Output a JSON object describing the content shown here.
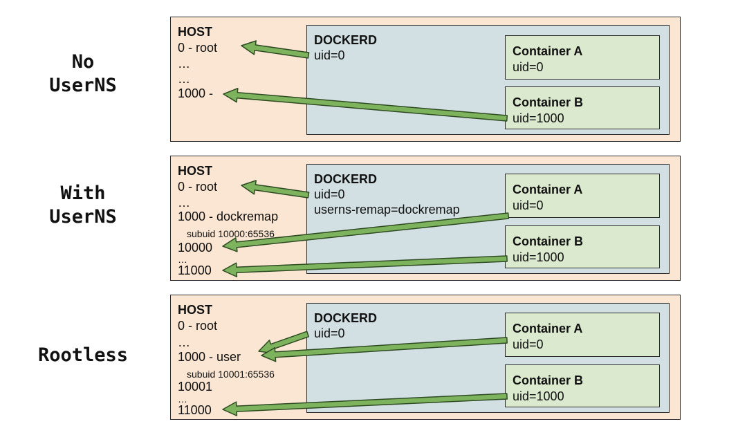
{
  "rows": {
    "no_userns": {
      "label_lines": [
        "No",
        "UserNS"
      ],
      "host": {
        "title": "HOST",
        "entries": [
          "0 - root",
          "…",
          "…",
          "1000 -"
        ]
      },
      "dockerd": {
        "title": "DOCKERD",
        "lines": [
          "uid=0"
        ]
      },
      "container_a": {
        "title": "Container A",
        "uid": "uid=0"
      },
      "container_b": {
        "title": "Container B",
        "uid": "uid=1000"
      }
    },
    "with_userns": {
      "label_lines": [
        "With",
        "UserNS"
      ],
      "host": {
        "title": "HOST",
        "entries": [
          "0 - root",
          "…",
          "1000 - dockremap",
          "subuid 10000:65536",
          "10000",
          "…",
          "11000"
        ]
      },
      "dockerd": {
        "title": "DOCKERD",
        "lines": [
          "uid=0",
          "userns-remap=dockremap"
        ]
      },
      "container_a": {
        "title": "Container A",
        "uid": "uid=0"
      },
      "container_b": {
        "title": "Container B",
        "uid": "uid=1000"
      }
    },
    "rootless": {
      "label_lines": [
        "Rootless"
      ],
      "host": {
        "title": "HOST",
        "entries": [
          "0 - root",
          "…",
          "1000 - user",
          "subuid 10001:65536",
          "10001",
          "…",
          "11000"
        ]
      },
      "dockerd": {
        "title": "DOCKERD",
        "lines": [
          "uid=0"
        ]
      },
      "container_a": {
        "title": "Container A",
        "uid": "uid=0"
      },
      "container_b": {
        "title": "Container B",
        "uid": "uid=1000"
      }
    }
  },
  "colors": {
    "host_bg": "#fae6d2",
    "dockerd_bg": "#d2e0e3",
    "container_bg": "#dbe9cf",
    "arrow_fill": "#7cb35c",
    "arrow_stroke": "#2e4a22"
  }
}
